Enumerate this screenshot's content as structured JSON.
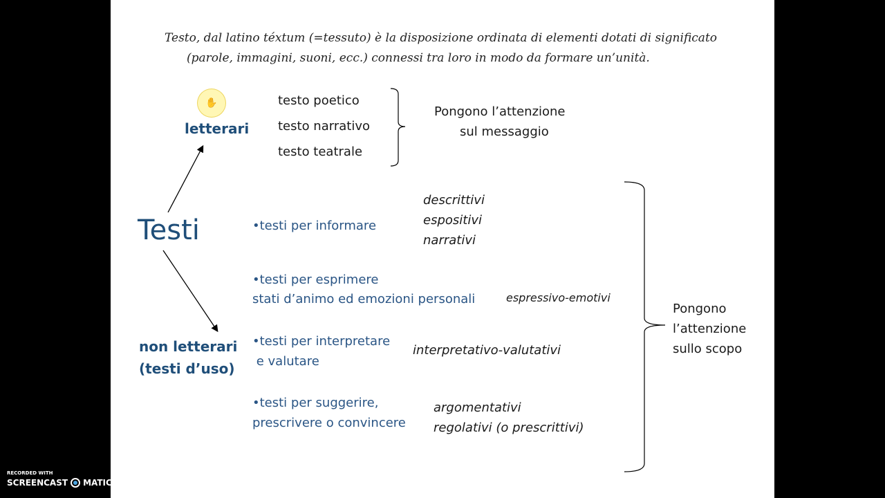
{
  "definition": {
    "line1": "Testo, dal latino téxtum (=tessuto) è la disposizione ordinata di elementi dotati di significato",
    "line2": "(parole, immagini, suoni, ecc.) connessi  tra loro in modo da formare un’unità."
  },
  "root": "Testi",
  "letterari": {
    "label": "letterari",
    "items": [
      "testo poetico",
      "testo narrativo",
      "testo teatrale"
    ],
    "note_line1": "Pongono l’attenzione",
    "note_line2": "sul messaggio"
  },
  "non_letterari": {
    "label_line1": "non letterari",
    "label_line2": "(testi d’uso)",
    "groups": [
      {
        "line1": "•testi per informare",
        "line2": "",
        "types": [
          "descrittivi",
          "espositivi",
          "narrativi"
        ]
      },
      {
        "line1": "•testi per esprimere",
        "line2": "stati d’animo ed emozioni personali",
        "types": [
          "espressivo-emotivi"
        ]
      },
      {
        "line1": "•testi per interpretare",
        "line2": " e valutare",
        "types": [
          "interpretativo-valutativi"
        ]
      },
      {
        "line1": "•testi per suggerire,",
        "line2": "prescrivere o convincere",
        "types": [
          "argomentativi",
          "regolativi (o prescrittivi)"
        ]
      }
    ],
    "note_line1": "Pongono",
    "note_line2": "l’attenzione",
    "note_line3": "sullo scopo"
  },
  "watermark": {
    "small": "RECORDED WITH",
    "left": "SCREENCAST",
    "right": "MATIC"
  },
  "colors": {
    "blue": "#2a5585",
    "dark_blue": "#1f4e79"
  }
}
